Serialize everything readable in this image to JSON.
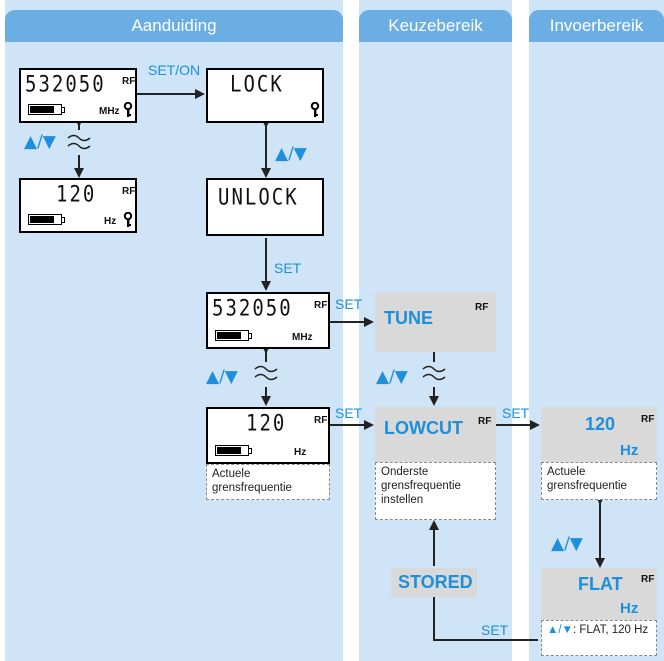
{
  "columns": {
    "aanduiding": "Aanduiding",
    "keuzebereik": "Keuzebereik",
    "invoerbereik": "Invoerbereik"
  },
  "displays": {
    "freq_top": {
      "digits": "532050",
      "rf": "RF",
      "unit": "MHz"
    },
    "lowcut_top": {
      "digits": "120",
      "rf": "RF",
      "unit": "Hz"
    },
    "lock": {
      "text": "LOCK"
    },
    "unlock": {
      "text": "UNLOCK"
    },
    "freq_mid": {
      "digits": "532050",
      "rf": "RF",
      "unit": "MHz"
    },
    "lowcut_mid": {
      "digits": "120",
      "rf": "RF",
      "unit": "Hz",
      "note": "Actuele grensfrequentie"
    }
  },
  "menu": {
    "tune": {
      "label": "TUNE",
      "rf": "RF"
    },
    "lowcut": {
      "label": "LOWCUT",
      "rf": "RF",
      "note": "Onderste grensfrequentie instellen"
    },
    "stored": {
      "label": "STORED"
    }
  },
  "input": {
    "value120": {
      "value": "120",
      "rf": "RF",
      "unit": "Hz",
      "note": "Actuele grensfrequentie"
    },
    "flat": {
      "value": "FLAT",
      "rf": "RF",
      "unit": "Hz",
      "note_sym": "▲/▼",
      "note_text": ": FLAT, 120 Hz"
    }
  },
  "labels": {
    "set_on": "SET/ON",
    "set": "SET",
    "updown": "▲/▼"
  },
  "colors": {
    "column_bg": "#cfe4f7",
    "column_header": "#6aaee3",
    "accent": "#1d8fdc",
    "menu_box": "#d9d9d9"
  }
}
